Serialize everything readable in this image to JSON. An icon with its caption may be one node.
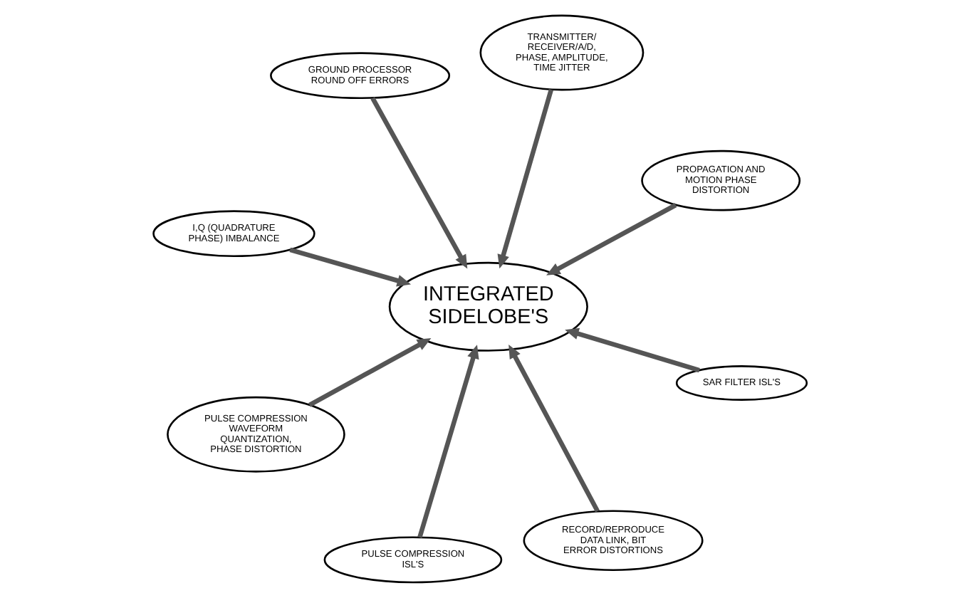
{
  "diagram": {
    "nodes": [
      {
        "text": [
          "I,Q (QUADRATURE PHASE) IMBALANCE"
        ]
      },
      {
        "text": [
          "PROPAGATION AND MOTION PHASE DISTORTION"
        ]
      },
      {
        "text": [
          "RECORD/REPRODUCE DATA LINK, BIT ERROR DISTORTIONS"
        ]
      },
      {
        "text": [
          "TRANSMITTER/ RECEIVER/A/D, PHASE, AMPLITUDE, TIME JITTER"
        ]
      },
      {
        "text": [
          "INTEGRATED SIDELOBE'S"
        ]
      },
      {
        "text": [
          "GROUND PROCESSOR ROUND OFF ERRORS"
        ]
      },
      {
        "text": [
          "PULSE COMPRESSION WAVEFORM QUANTIZATION, PHASE DISTORTION"
        ]
      },
      {
        "text": [
          "SAR FILTER ISL'S"
        ]
      },
      {
        "text": [
          "PULSE COMPRESSION ISL'S"
        ]
      }
    ],
    "edges": [
      {
        "from": 0,
        "to": 4,
        "arrow": "to"
      },
      {
        "from": 1,
        "to": 4,
        "arrow": "to"
      },
      {
        "from": 2,
        "to": 4,
        "arrow": "to"
      },
      {
        "from": 3,
        "to": 4,
        "arrow": "to"
      },
      {
        "from": 5,
        "to": 4,
        "arrow": "to"
      },
      {
        "from": 6,
        "to": 4,
        "arrow": "to"
      },
      {
        "from": 7,
        "to": 4,
        "arrow": "to"
      },
      {
        "from": 8,
        "to": 4,
        "arrow": "to"
      }
    ]
  }
}
